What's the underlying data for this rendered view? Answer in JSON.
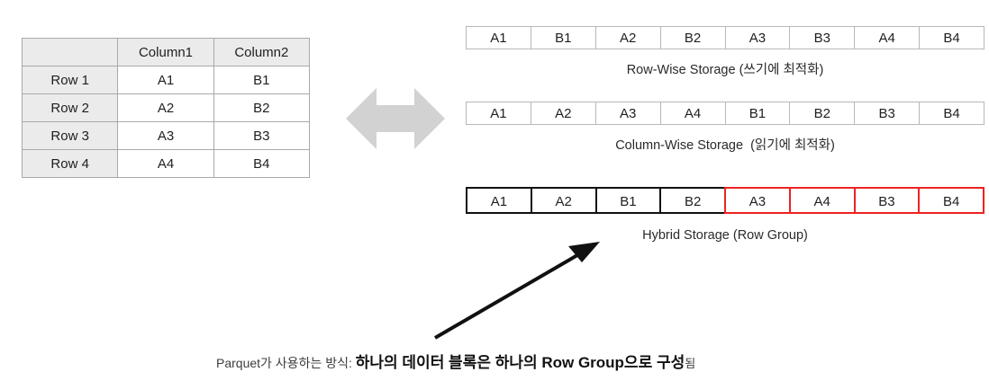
{
  "logical_table": {
    "corner": "",
    "column_headers": [
      "Column1",
      "Column2"
    ],
    "rows": [
      {
        "label": "Row 1",
        "cells": [
          "A1",
          "B1"
        ]
      },
      {
        "label": "Row 2",
        "cells": [
          "A2",
          "B2"
        ]
      },
      {
        "label": "Row 3",
        "cells": [
          "A3",
          "B3"
        ]
      },
      {
        "label": "Row 4",
        "cells": [
          "A4",
          "B4"
        ]
      }
    ]
  },
  "bidirectional_arrow": {
    "icon": "left-right-arrow-icon",
    "color": "#d2d2d2"
  },
  "storage_layouts": [
    {
      "id": "row_wise",
      "cells": [
        "A1",
        "B1",
        "A2",
        "B2",
        "A3",
        "B3",
        "A4",
        "B4"
      ],
      "label": "Row-Wise Storage (쓰기에 최적화)",
      "border_color": "#b8b8b8"
    },
    {
      "id": "column_wise",
      "cells": [
        "A1",
        "A2",
        "A3",
        "A4",
        "B1",
        "B2",
        "B3",
        "B4"
      ],
      "label": "Column-Wise Storage  (읽기에 최적화)",
      "border_color": "#b8b8b8"
    },
    {
      "id": "hybrid",
      "cells": [
        "A1",
        "A2",
        "B1",
        "B2",
        "A3",
        "A4",
        "B3",
        "B4"
      ],
      "group_split_index": 4,
      "label": "Hybrid Storage (Row Group)",
      "group_a_color": "#111111",
      "group_b_color": "#ee2222"
    }
  ],
  "pointer_arrow": {
    "icon": "arrow-up-right-icon",
    "color": "#111111"
  },
  "bottom_caption": {
    "lead": "Parquet가 사용하는 방식: ",
    "emphasis": "하나의 데이터 블록은 하나의 Row Group으로 구성",
    "tail": "됨"
  }
}
